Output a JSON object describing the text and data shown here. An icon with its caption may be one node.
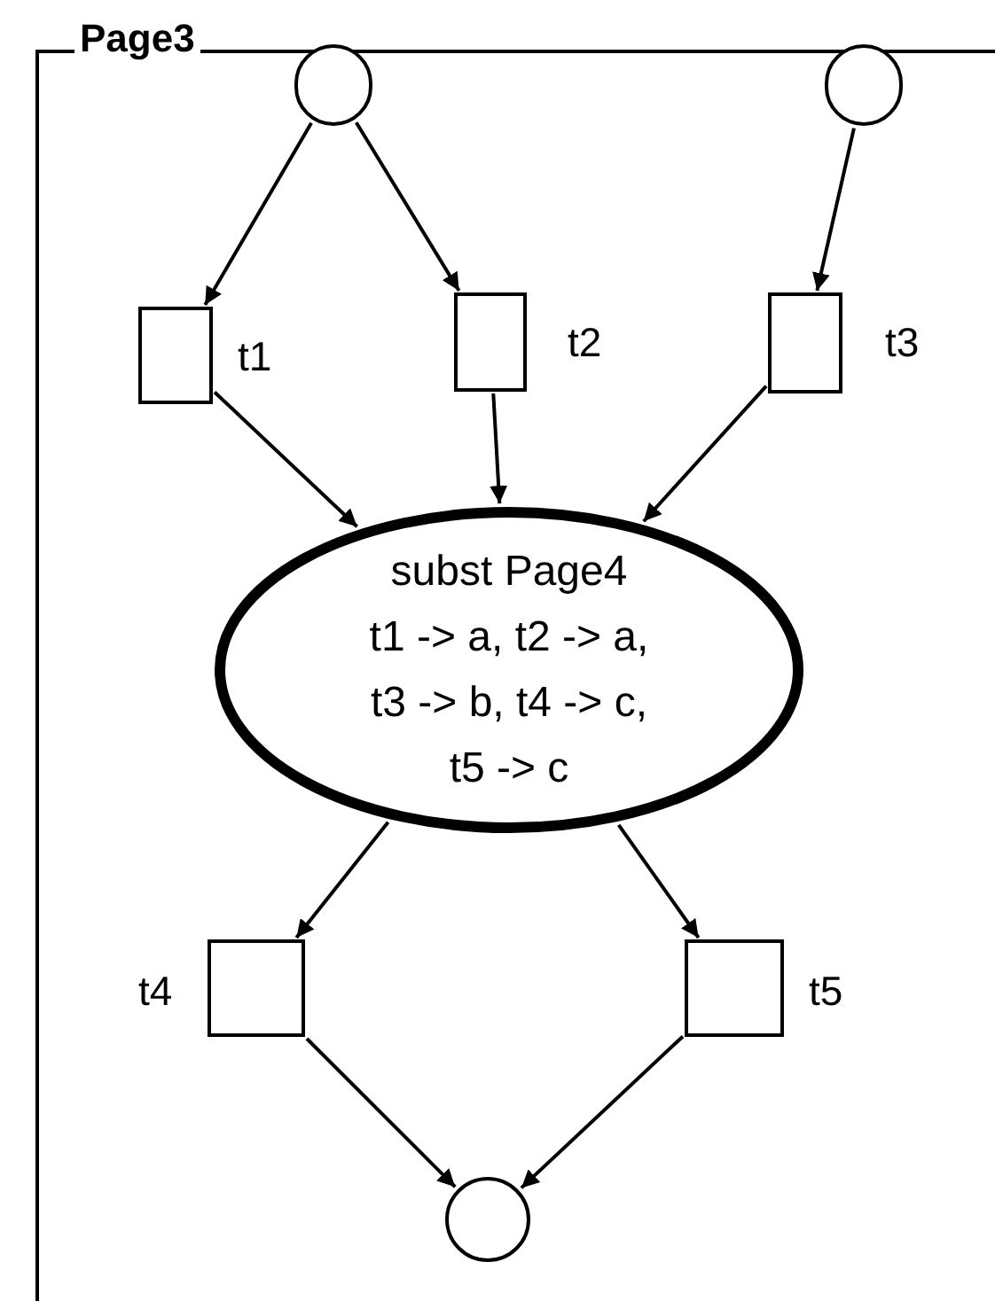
{
  "diagram": {
    "nodes": [
      {
        "text": [
          "Page3"
        ]
      },
      {
        "text": [],
        "shape": "circle",
        "in": 0
      },
      {
        "text": [],
        "shape": "circle",
        "in": 0
      },
      {
        "text": [],
        "shape": "box",
        "beside": [
          "t1"
        ],
        "in": 0
      },
      {
        "text": [],
        "shape": "box",
        "beside": [
          "t2"
        ],
        "in": 0
      },
      {
        "text": [],
        "shape": "box",
        "beside": [
          "t3"
        ],
        "in": 0
      },
      {
        "text": [
          "subst Page4",
          "t1 -> a, t2 -> a, t3 -> b, t4 -> c, t5 -> c"
        ],
        "in": 0
      },
      {
        "text": [],
        "shape": "box",
        "beside": [
          "t4"
        ],
        "in": 0
      },
      {
        "text": [],
        "shape": "box",
        "beside": [
          "t5"
        ],
        "in": 0
      },
      {
        "text": [],
        "shape": "circle",
        "in": 0
      }
    ],
    "edges": [
      {
        "from": 1,
        "to": 3,
        "arrow": "to"
      },
      {
        "from": 1,
        "to": 4,
        "arrow": "to"
      },
      {
        "from": 2,
        "to": 5,
        "arrow": "to"
      },
      {
        "from": 3,
        "to": 6,
        "arrow": "to"
      },
      {
        "from": 4,
        "to": 6,
        "arrow": "to"
      },
      {
        "from": 5,
        "to": 6,
        "arrow": "to"
      },
      {
        "from": 6,
        "to": 7,
        "arrow": "to"
      },
      {
        "from": 6,
        "to": 8,
        "arrow": "to"
      },
      {
        "from": 7,
        "to": 9,
        "arrow": "to"
      },
      {
        "from": 8,
        "to": 9,
        "arrow": "to"
      }
    ]
  }
}
